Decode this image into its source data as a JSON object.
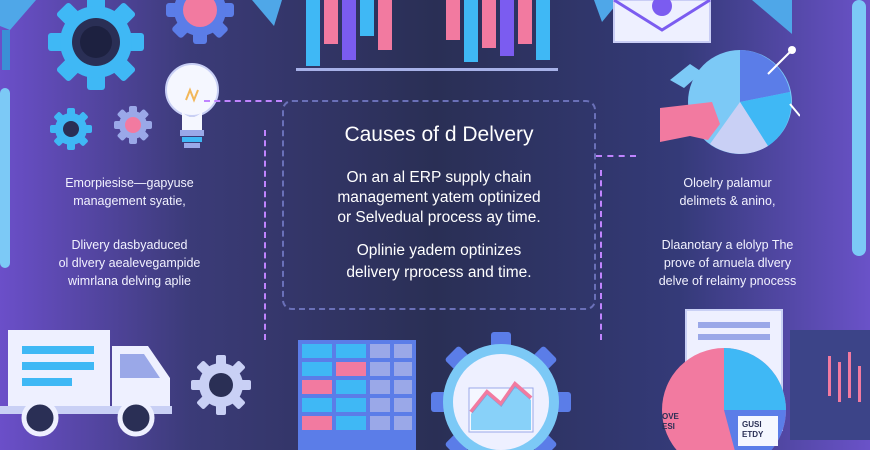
{
  "center": {
    "title": "Causes of d Delvery",
    "body": [
      "On an al ERP supply chain",
      "management yatem optinized",
      "or Selvedual process ay time."
    ],
    "body2": [
      "Oplinie yadem optinizes",
      "delivery rprocess and time."
    ]
  },
  "left": {
    "box1": [
      "Emorpiesise—gapyuse",
      "management  syatie,"
    ],
    "box2": [
      "Dlivery dasbyaduced",
      "ol dlvery  aealevegampide",
      "wimrlana delving  aplie"
    ]
  },
  "right": {
    "box1": [
      "Oloelry palamur",
      "delimets & anino,"
    ],
    "box2": [
      "Dlaanotary a elolyp The",
      "prove of arnuela dlvery",
      "delve of relaimy pnocess"
    ]
  },
  "chart_labels": {
    "left": [
      "OVE",
      "ESI"
    ],
    "right": [
      "GUSI",
      "ETDY"
    ]
  },
  "colors": {
    "accent_blue": "#3fb8f5",
    "accent_pink": "#f27aa0",
    "accent_purple": "#7b5cf0",
    "panel_dark": "#2a2f55"
  }
}
